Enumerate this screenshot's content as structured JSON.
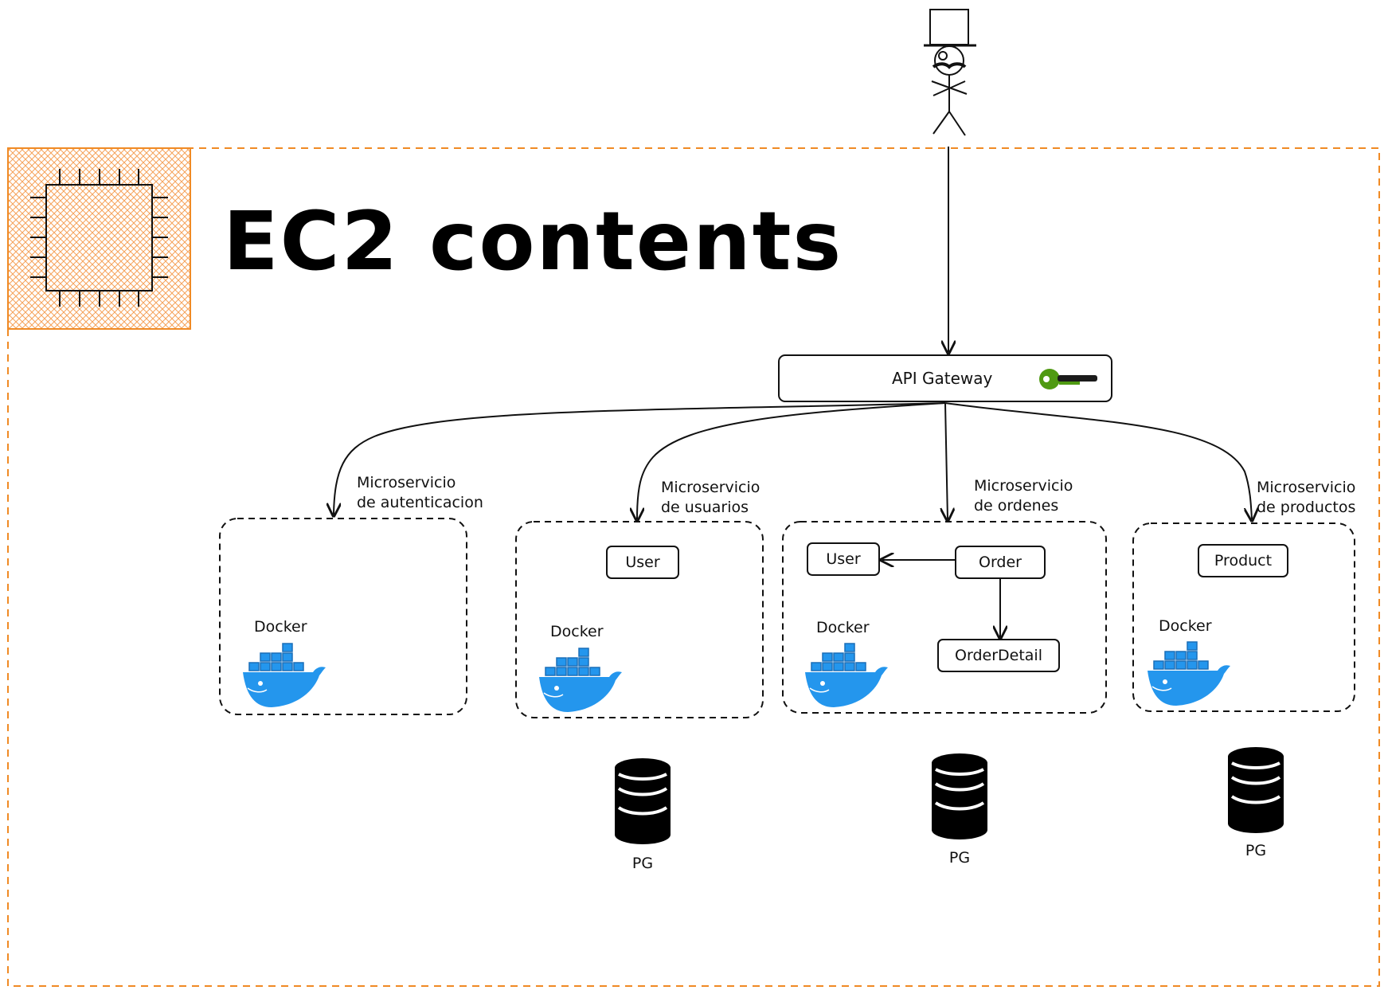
{
  "title": "EC2 contents",
  "gateway": {
    "label": "API Gateway"
  },
  "services": [
    {
      "label_line1": "Microservicio",
      "label_line2": "de autenticacion",
      "entities": [],
      "docker_label": "Docker"
    },
    {
      "label_line1": "Microservicio",
      "label_line2": "de usuarios",
      "entities": [
        "User"
      ],
      "docker_label": "Docker",
      "db_label": "PG"
    },
    {
      "label_line1": "Microservicio",
      "label_line2": "de ordenes",
      "entities": [
        "User",
        "Order",
        "OrderDetail"
      ],
      "docker_label": "Docker",
      "db_label": "PG"
    },
    {
      "label_line1": "Microservicio",
      "label_line2": "de productos",
      "entities": [
        "Product"
      ],
      "docker_label": "Docker",
      "db_label": "PG"
    }
  ],
  "colors": {
    "ec2_border": "#f08a24",
    "ec2_hatch": "#f5a25a",
    "docker_blue": "#2496ed",
    "docker_dark": "#1a6fb8",
    "key_green": "#4f9a12",
    "ink": "#111111"
  },
  "icons": {
    "user": "stick-figure-top-hat-icon",
    "ec2": "ec2-chip-icon",
    "key": "key-icon",
    "docker": "docker-whale-icon",
    "database": "database-icon"
  }
}
